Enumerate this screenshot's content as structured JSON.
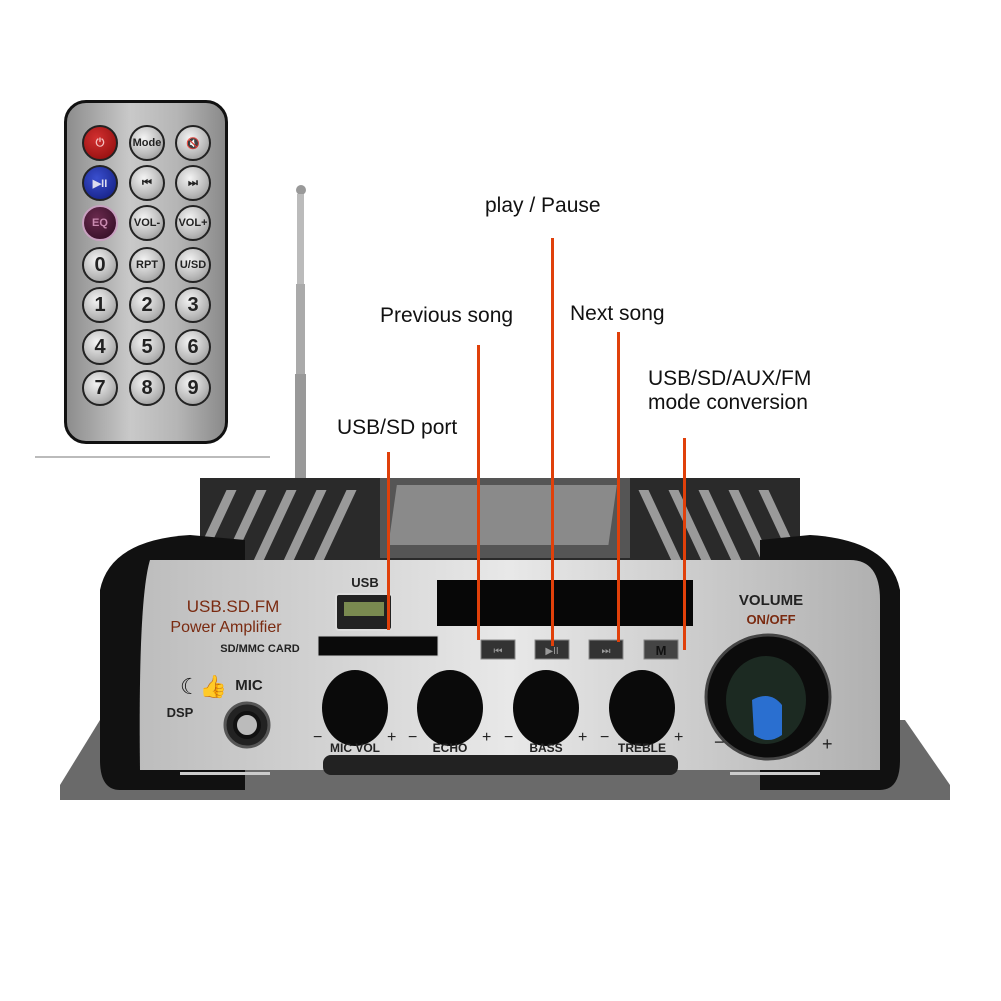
{
  "remote": {
    "buttons": [
      {
        "label": "⏻",
        "name": "power"
      },
      {
        "label": "Mode",
        "name": "mode"
      },
      {
        "label": "🔇",
        "name": "mute"
      },
      {
        "label": "▶II",
        "name": "play-pause"
      },
      {
        "label": "⏮",
        "name": "previous"
      },
      {
        "label": "⏭",
        "name": "next"
      },
      {
        "label": "EQ",
        "name": "eq"
      },
      {
        "label": "VOL-",
        "name": "vol-down"
      },
      {
        "label": "VOL+",
        "name": "vol-up"
      },
      {
        "label": "0",
        "name": "0"
      },
      {
        "label": "RPT",
        "name": "repeat"
      },
      {
        "label": "U/SD",
        "name": "usb-sd"
      },
      {
        "label": "1",
        "name": "1"
      },
      {
        "label": "2",
        "name": "2"
      },
      {
        "label": "3",
        "name": "3"
      },
      {
        "label": "4",
        "name": "4"
      },
      {
        "label": "5",
        "name": "5"
      },
      {
        "label": "6",
        "name": "6"
      },
      {
        "label": "7",
        "name": "7"
      },
      {
        "label": "8",
        "name": "8"
      },
      {
        "label": "9",
        "name": "9"
      }
    ]
  },
  "annotations": {
    "play_pause": "play / Pause",
    "previous_song": "Previous song",
    "next_song": "Next song",
    "mode_line1": "USB/SD/AUX/FM",
    "mode_line2": "mode conversion",
    "usb_sd_port": "USB/SD port"
  },
  "panel": {
    "brand_line1": "USB.SD.FM",
    "brand_line2": "Power Amplifier",
    "usb": "USB",
    "sd_card": "SD/MMC CARD",
    "mic": "MIC",
    "dsp": "DSP",
    "volume": "VOLUME",
    "on_off": "ON/OFF",
    "minus": "−",
    "plus": "+",
    "mode_button": "M",
    "knobs": [
      "MIC VOL",
      "ECHO",
      "BASS",
      "TREBLE"
    ]
  },
  "colors": {
    "pointer": "#e0400a",
    "brand_text": "#7a2a10",
    "volume_knob": "#2a6fd0"
  }
}
